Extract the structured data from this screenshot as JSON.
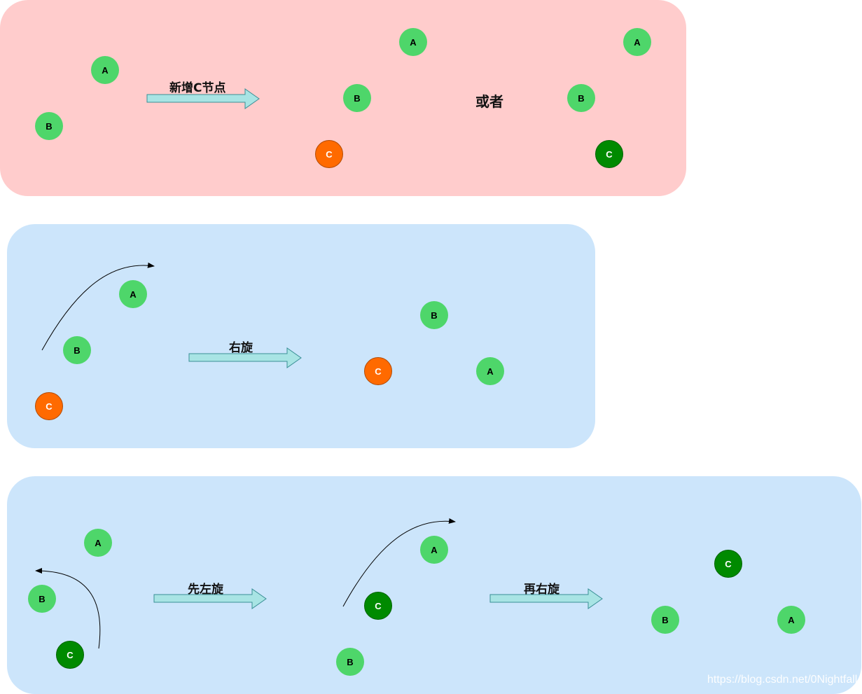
{
  "labels": {
    "add_c": "新增C节点",
    "or": "或者",
    "right_rotate": "右旋",
    "left_first": "先左旋",
    "right_again": "再右旋"
  },
  "nodes": {
    "a": "A",
    "b": "B",
    "c": "C"
  },
  "watermark": "https://blog.csdn.net/0Nightfall",
  "colors": {
    "panel_red": "#ffcccc",
    "panel_blue": "#cce5fb",
    "node_light": "#4ed66a",
    "node_orange": "#ff6a00",
    "node_dark": "#008a00",
    "arrow_fill": "#a8e4e4",
    "arrow_stroke": "#3a8f96"
  }
}
